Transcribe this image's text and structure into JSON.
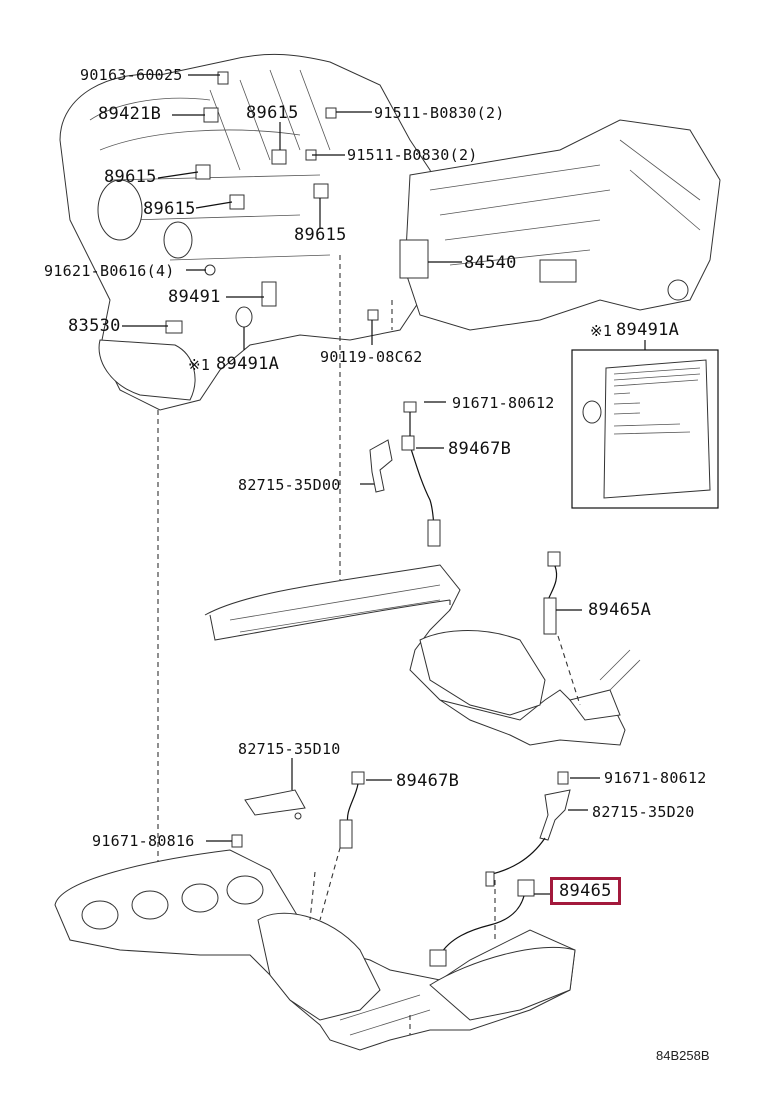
{
  "diagram_ref": "84B258B",
  "labels": {
    "p90163_60025": "90163-60025",
    "p89421b": "89421B",
    "p89615_a": "89615",
    "p91511_b0830_a": "91511-B0830(2)",
    "p91511_b0830_b": "91511-B0830(2)",
    "p89615_b": "89615",
    "p89615_c": "89615",
    "p89615_d": "89615",
    "p84540": "84540",
    "p91621_b0616": "91621-B0616(4)",
    "p89491": "89491",
    "p83530": "83530",
    "p89491a_left": "89491A",
    "p89491a_left_mark": "※1",
    "p90119_08c62": "90119-08C62",
    "p89491a_box": "89491A",
    "p89491a_box_mark": "※1",
    "p91671_80612_a": "91671-80612",
    "p89467b_a": "89467B",
    "p82715_35d00": "82715-35D00",
    "p89465a": "89465A",
    "p82715_35d10": "82715-35D10",
    "p89467b_b": "89467B",
    "p91671_80612_b": "91671-80612",
    "p82715_35d20": "82715-35D20",
    "p91671_80816": "91671-80816",
    "p89465": "89465"
  },
  "highlight_color": "#a3193c"
}
